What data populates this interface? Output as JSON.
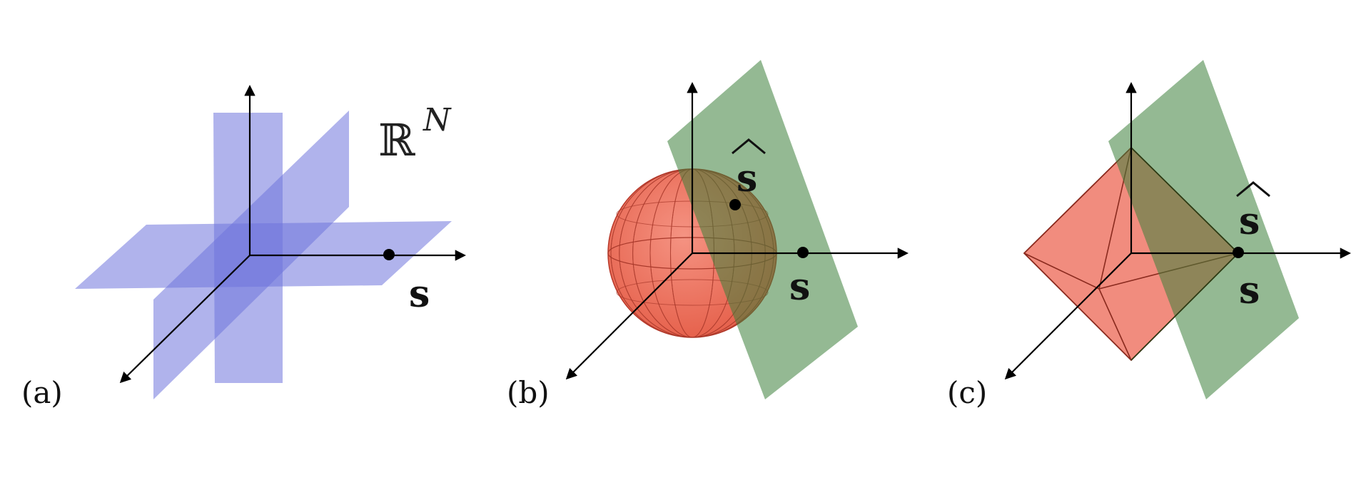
{
  "panels": {
    "a": {
      "label": "(a)",
      "space_base": "ℝ",
      "space_exp": "N",
      "point_label": "s"
    },
    "b": {
      "label": "(b)",
      "point_label": "s",
      "estimate_label": "s",
      "estimate_hat": "^"
    },
    "c": {
      "label": "(c)",
      "point_label": "s",
      "estimate_label": "s",
      "estimate_hat": "^"
    }
  },
  "colors": {
    "subspace_planes": "#6f74dc",
    "l2_ball": "#e8533f",
    "l1_ball": "#ee6f5e",
    "solution_plane": "#3d7f3a",
    "axes": "#000000"
  }
}
